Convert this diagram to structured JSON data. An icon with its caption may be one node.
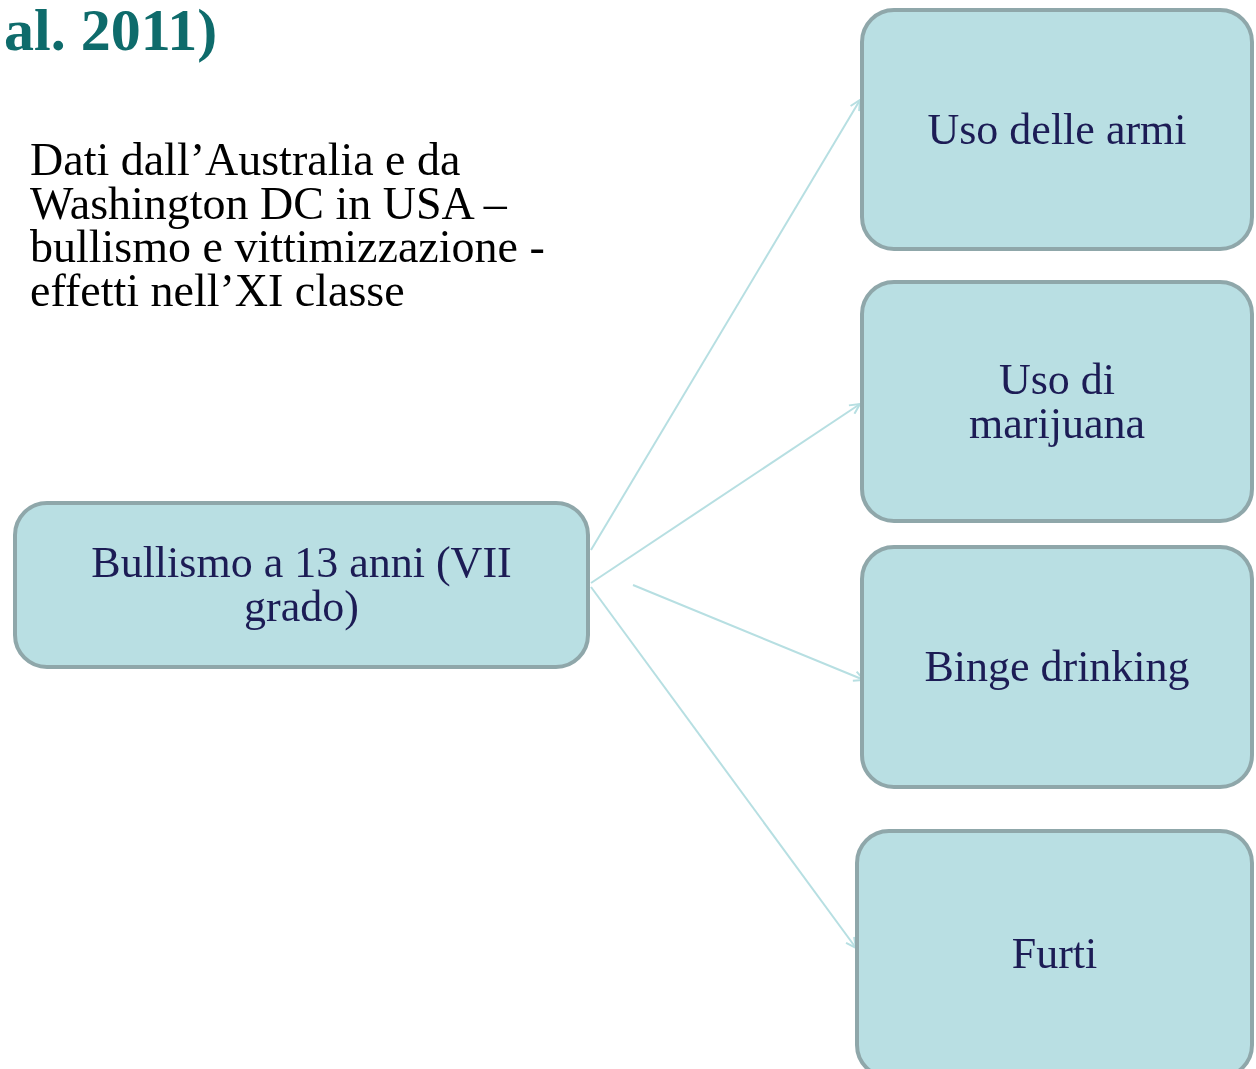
{
  "diagram": {
    "title": "al. 2011)",
    "nodes": [
      {
        "text": [
          "Bullismo a 13 anni (VII grado)"
        ]
      },
      {
        "text": [
          "Uso delle armi"
        ]
      },
      {
        "text": [
          "Uso di marijuana"
        ]
      },
      {
        "text": [
          "Binge drinking"
        ]
      },
      {
        "text": [
          "Furti"
        ]
      }
    ],
    "edges": [
      {
        "from": 0,
        "to": 1,
        "arrow": "to"
      },
      {
        "from": 0,
        "to": 2,
        "arrow": "to"
      },
      {
        "from": 0,
        "to": 3,
        "arrow": "to"
      },
      {
        "from": 0,
        "to": 4,
        "arrow": "to"
      }
    ],
    "labels": [
      "Dati dall’Australia e da Washington DC in USA – bullismo e vittimizzazione - effetti nell’XI classe"
    ]
  }
}
